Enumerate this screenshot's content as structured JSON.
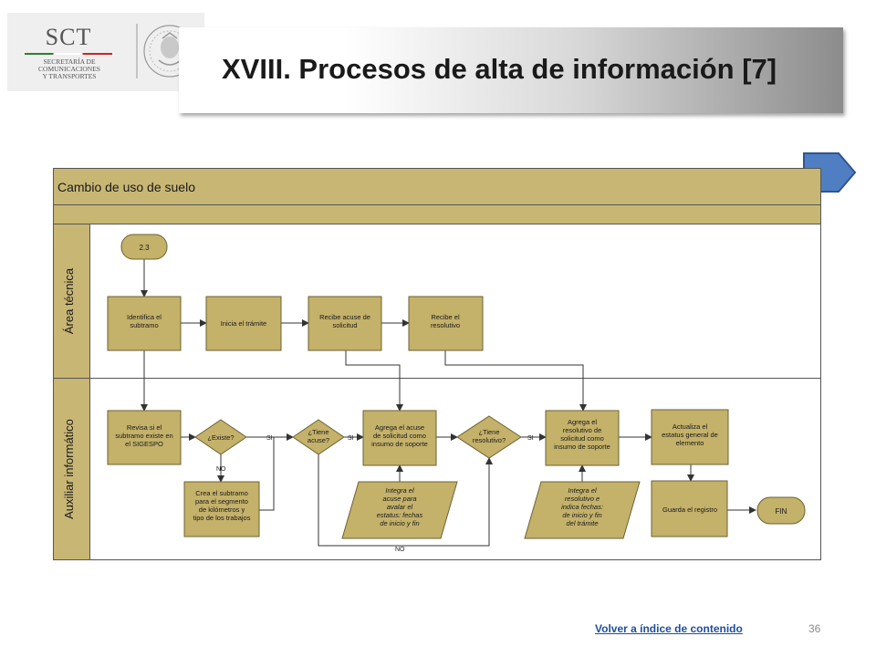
{
  "header": {
    "logo_main": "SCT",
    "logo_subtitle": "SECRETARÍA DE\nCOMUNICACIONES\nY TRANSPORTES",
    "title": "XVIII. Procesos de alta de información [7]"
  },
  "diagram": {
    "process_title": "Cambio de uso de suelo",
    "lanes": [
      {
        "label": "Área técnica"
      },
      {
        "label": "Auxiliar informático"
      }
    ],
    "start_connector": "2.3",
    "nodes": [
      {
        "id": "identifica",
        "lines": [
          "Identifica el",
          "subtramo"
        ]
      },
      {
        "id": "inicia",
        "lines": [
          "Inicia el trámite"
        ]
      },
      {
        "id": "recibe_acuse",
        "lines": [
          "Recibe acuse de",
          "solicitud"
        ]
      },
      {
        "id": "recibe_resolutivo",
        "lines": [
          "Recibe el",
          "resolutivo"
        ]
      },
      {
        "id": "revisa",
        "lines": [
          "Revisa si el",
          "subtramo existe en",
          "el SIGESPO"
        ]
      },
      {
        "id": "existe",
        "lines": [
          "¿Existe?"
        ]
      },
      {
        "id": "crea",
        "lines": [
          "Crea el subtramo",
          "para el segmento",
          "de kilómetros y",
          "tipo de los trabajos"
        ]
      },
      {
        "id": "tiene_acuse",
        "lines": [
          "¿Tiene",
          "acuse?"
        ]
      },
      {
        "id": "agrega_acuse",
        "lines": [
          "Agrega el acuse",
          "de solicitud como",
          "insumo de soporte"
        ]
      },
      {
        "id": "integra_acuse",
        "lines": [
          "Integra el",
          "acuse para",
          "avalar el",
          "estatus: fechas",
          "de inicio y fin"
        ]
      },
      {
        "id": "tiene_resolutivo",
        "lines": [
          "¿Tiene",
          "resolutivo?"
        ]
      },
      {
        "id": "agrega_resolutivo",
        "lines": [
          "Agrega el",
          "resolutivo de",
          "solicitud como",
          "insumo de soporte"
        ]
      },
      {
        "id": "integra_resolutivo",
        "lines": [
          "Integra el",
          "resolutivo e",
          "indica fechas:",
          "de inicio y fin",
          "del trámite"
        ]
      },
      {
        "id": "actualiza",
        "lines": [
          "Actualiza el",
          "estatus general de",
          "elemento"
        ]
      },
      {
        "id": "guarda",
        "lines": [
          "Guarda el registro"
        ]
      },
      {
        "id": "fin",
        "lines": [
          "FIN"
        ]
      }
    ],
    "edge_labels": {
      "si_existe": "SI",
      "no_existe": "NO",
      "si_acuse": "SI",
      "si_resolutivo": "SI",
      "no_acuse": "NO"
    }
  },
  "footer": {
    "link_label": "Volver a índice de contenido",
    "page_number": "36"
  },
  "colors": {
    "box_fill": "#c4b16a",
    "box_stroke": "#6d6233",
    "header_fill": "#c8b674",
    "nav_button": "#4f7fc2"
  },
  "icons": {
    "seal": "mexican-coat-of-arms-icon",
    "nav": "next-arrow-icon"
  }
}
